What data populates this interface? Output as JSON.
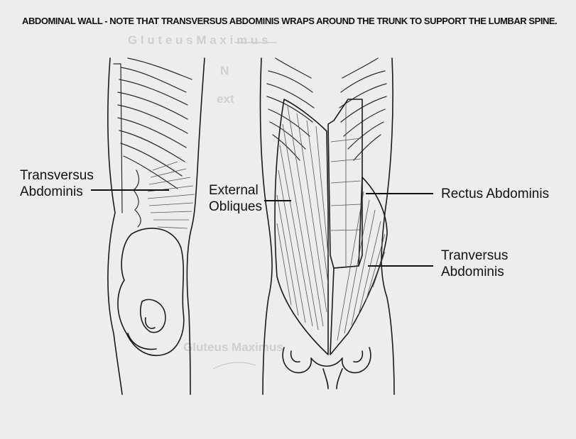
{
  "title": "ABDOMINAL WALL - NOTE THAT TRANSVERSUS ABDOMINIS WRAPS AROUND THE TRUNK TO SUPPORT THE LUMBAR SPINE.",
  "labels": {
    "side_transversus": [
      "Transversus",
      "Abdominis"
    ],
    "external_obliques": [
      "External",
      "Obliques"
    ],
    "rectus_abdominis": "Rectus Abdominis",
    "front_transversus": [
      "Tranversus",
      "Abdominis"
    ]
  },
  "colors": {
    "background": "#ededed",
    "ink": "#111111"
  }
}
